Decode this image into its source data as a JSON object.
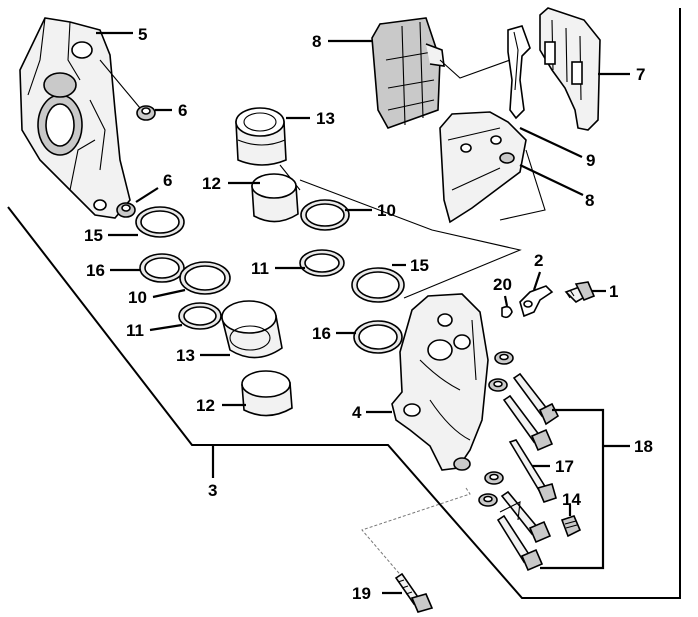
{
  "callouts": {
    "c1": "1",
    "c2": "2",
    "c3": "3",
    "c4": "4",
    "c5": "5",
    "c6a": "6",
    "c6b": "6",
    "c7": "7",
    "c8a": "8",
    "c8b": "8",
    "c9": "9",
    "c10a": "10",
    "c10b": "10",
    "c11a": "11",
    "c11b": "11",
    "c12a": "12",
    "c12b": "12",
    "c13a": "13",
    "c13b": "13",
    "c14": "14",
    "c15a": "15",
    "c15b": "15",
    "c16a": "16",
    "c16b": "16",
    "c17": "17",
    "c18": "18",
    "c19": "19",
    "c20": "20"
  }
}
